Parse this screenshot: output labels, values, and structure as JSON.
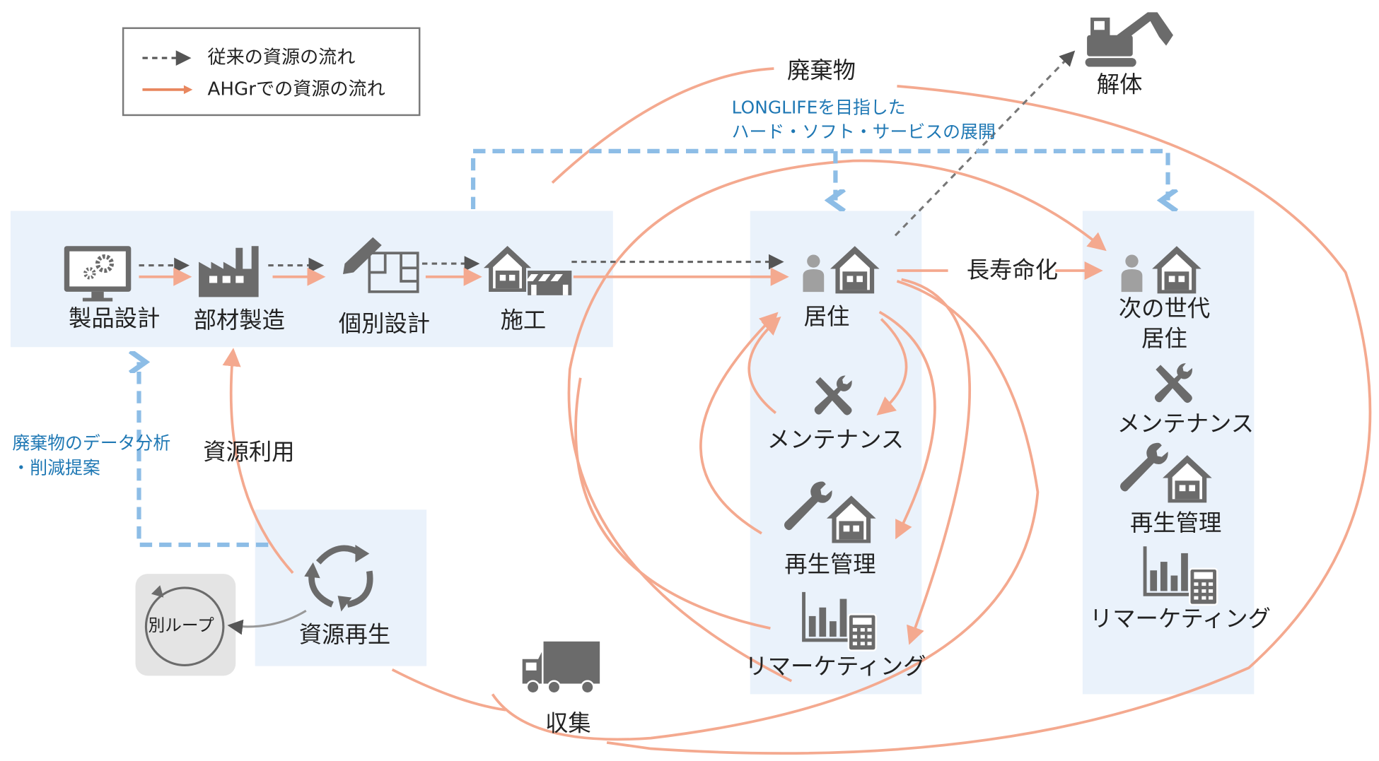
{
  "legend": {
    "conventional": "従来の資源の流れ",
    "ahgr": "AHGrでの資源の流れ"
  },
  "steps": {
    "product_design": "製品設計",
    "material_manufacturing": "部材製造",
    "individual_design": "個別設計",
    "construction": "施工"
  },
  "top": {
    "waste": "廃棄物",
    "longlife_line1": "LONGLIFEを目指した",
    "longlife_line2": "ハード・ソフト・サービスの展開",
    "demolition": "解体"
  },
  "residence": {
    "living": "居住",
    "maintenance": "メンテナンス",
    "regeneration": "再生管理",
    "remarketing": "リマーケティング"
  },
  "longevity": "長寿命化",
  "next_gen": {
    "living_line1": "次の世代",
    "living_line2": "居住",
    "maintenance": "メンテナンス",
    "regeneration": "再生管理",
    "remarketing": "リマーケティング"
  },
  "left": {
    "waste_analysis_line1": "廃棄物のデータ分析",
    "waste_analysis_line2": "・削減提案",
    "resource_use": "資源利用",
    "resource_regeneration": "資源再生",
    "other_loop": "別ループ"
  },
  "collection": "収集",
  "colors": {
    "panel": "#eaf2fb",
    "orange": "#f4a98f",
    "blue_dash": "#8dbde6",
    "gray_dash": "#666666",
    "icon": "#6b6b6b",
    "blue_text": "#1f78b4"
  }
}
